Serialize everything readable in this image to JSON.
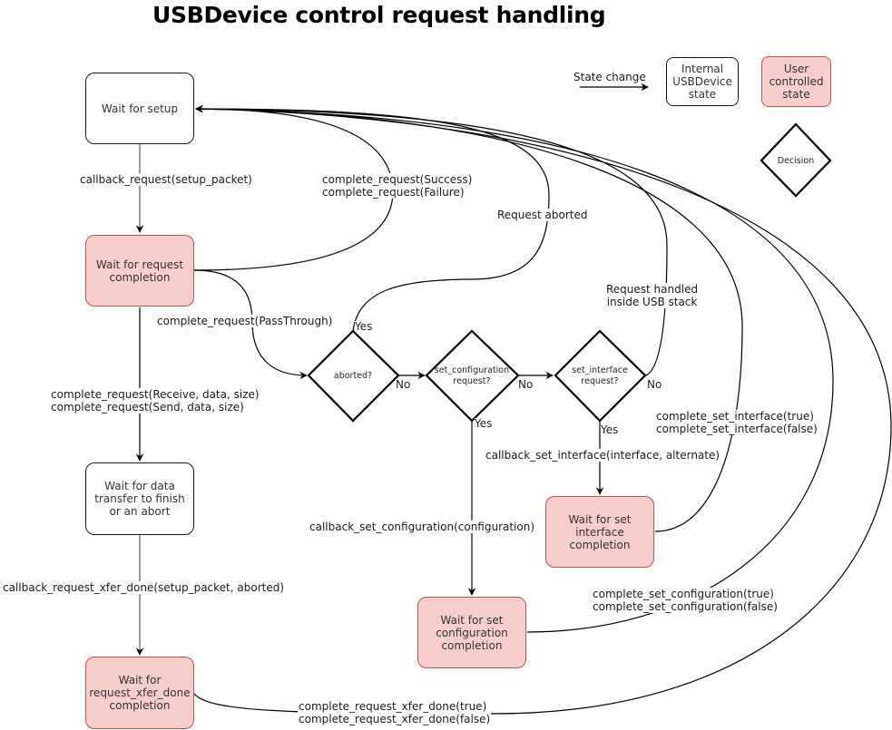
{
  "title": "USBDevice control request handling",
  "legend": {
    "state_change": "State change",
    "internal_state": "Internal\nUSBDevice\nstate",
    "user_state": "User\ncontrolled\nstate",
    "decision": "Decision"
  },
  "colors": {
    "internal_fill": "#ffffff",
    "internal_stroke": "#1a1a1a",
    "user_fill": "#f8cecc",
    "user_stroke": "#b85450",
    "edge": "#000000"
  },
  "states": {
    "wait_setup": "Wait for setup",
    "wait_request_completion": "Wait for request\ncompletion",
    "wait_data_transfer": "Wait for data\ntransfer to finish\nor an abort",
    "wait_xfer_done": "Wait for\nrequest_xfer_done\ncompletion",
    "wait_set_interface": "Wait for set\ninterface\ncompletion",
    "wait_set_configuration": "Wait for set\nconfiguration\ncompletion"
  },
  "decisions": {
    "aborted": "aborted?",
    "set_configuration": "set_configuration\nrequest?",
    "set_interface": "set_interface\nrequest?"
  },
  "branches": {
    "yes": "Yes",
    "no": "No"
  },
  "transitions": {
    "callback_request": "callback_request(setup_packet)",
    "complete_success_failure": "complete_request(Success)\ncomplete_request(Failure)",
    "request_aborted": "Request aborted",
    "passthrough": "complete_request(PassThrough)",
    "request_handled": "Request handled\ninside USB stack",
    "receive_send": "complete_request(Receive, data, size)\ncomplete_request(Send, data, size)",
    "callback_xfer_done": "callback_request_xfer_done(setup_packet, aborted)",
    "callback_set_interface": "callback_set_interface(interface, alternate)",
    "callback_set_configuration": "callback_set_configuration(configuration)",
    "complete_set_interface": "complete_set_interface(true)\ncomplete_set_interface(false)",
    "complete_set_configuration": "complete_set_configuration(true)\ncomplete_set_configuration(false)",
    "complete_xfer_done": "complete_request_xfer_done(true)\ncomplete_request_xfer_done(false)"
  }
}
